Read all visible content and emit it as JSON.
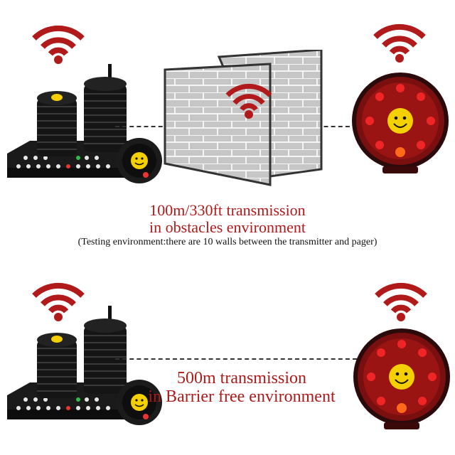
{
  "colors": {
    "signal_red": "#b01a1a",
    "caption_red": "#b01a1a",
    "pager_body": "#2a0a0a",
    "pager_red": "#9a1414",
    "smiley_yellow": "#f5d000",
    "wall_gray": "#c9c9c9"
  },
  "icons": [
    "wifi-signal-icon",
    "smiley-face-icon",
    "brick-wall-icon"
  ],
  "top_section": {
    "caption_line1": "100m/330ft transmission",
    "caption_line2": "in obstacles environment",
    "note": "(Testing environment:there are 10 walls between the transmitter and pager)"
  },
  "bottom_section": {
    "caption_line1": "500m transmission",
    "caption_line2": "in Barrier free environment"
  }
}
